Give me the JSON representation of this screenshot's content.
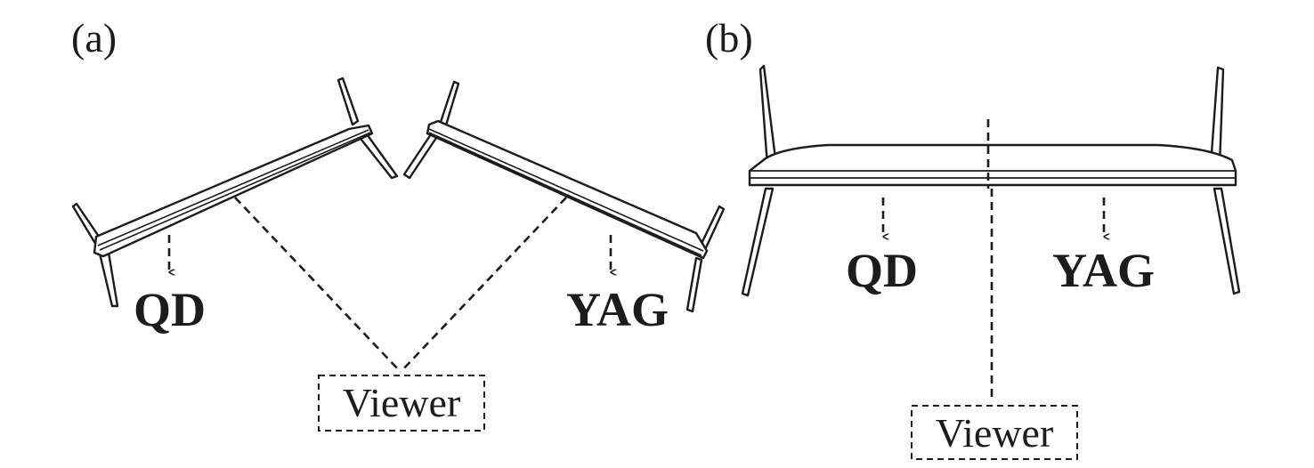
{
  "panel_a": {
    "label": "(a)",
    "left_tv_label": "QD",
    "right_tv_label": "YAG",
    "viewer_label": "Viewer"
  },
  "panel_b": {
    "label": "(b)",
    "left_tv_label": "QD",
    "right_tv_label": "YAG",
    "viewer_label": "Viewer"
  },
  "colors": {
    "ink": "#1c1c1c",
    "background": "#ffffff"
  }
}
